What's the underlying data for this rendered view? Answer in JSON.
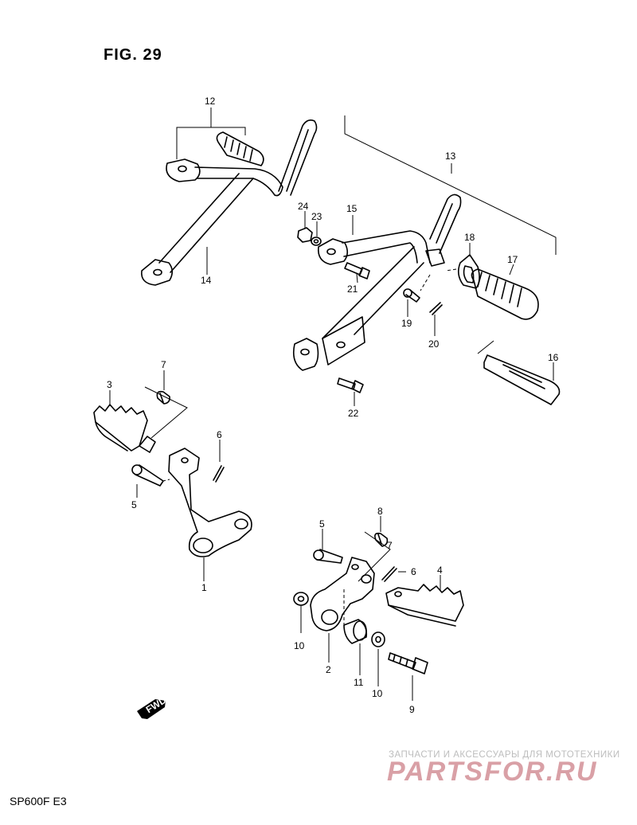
{
  "figure": {
    "title": "FIG. 29",
    "model": "SP600F  E3"
  },
  "watermark": {
    "tagline": "ЗАПЧАСТИ И АКСЕССУАРЫ ДЛЯ МОТОТЕХНИКИ",
    "logo": "PARTSFOR.RU"
  },
  "fwd_label": "FWD",
  "callouts": [
    {
      "id": "c12",
      "text": "12"
    },
    {
      "id": "c13",
      "text": "13"
    },
    {
      "id": "c14",
      "text": "14"
    },
    {
      "id": "c15",
      "text": "15"
    },
    {
      "id": "c24",
      "text": "24"
    },
    {
      "id": "c23",
      "text": "23"
    },
    {
      "id": "c18",
      "text": "18"
    },
    {
      "id": "c17",
      "text": "17"
    },
    {
      "id": "c21",
      "text": "21"
    },
    {
      "id": "c19",
      "text": "19"
    },
    {
      "id": "c20",
      "text": "20"
    },
    {
      "id": "c16",
      "text": "16"
    },
    {
      "id": "c22",
      "text": "22"
    },
    {
      "id": "c7a",
      "text": "7"
    },
    {
      "id": "c3",
      "text": "3"
    },
    {
      "id": "c6a",
      "text": "6"
    },
    {
      "id": "c5a",
      "text": "5"
    },
    {
      "id": "c1",
      "text": "1"
    },
    {
      "id": "c8",
      "text": "8"
    },
    {
      "id": "c5b",
      "text": "5"
    },
    {
      "id": "c7b",
      "text": "7"
    },
    {
      "id": "c6b",
      "text": "6"
    },
    {
      "id": "c4",
      "text": "4"
    },
    {
      "id": "c10a",
      "text": "10"
    },
    {
      "id": "c2",
      "text": "2"
    },
    {
      "id": "c11",
      "text": "11"
    },
    {
      "id": "c10b",
      "text": "10"
    },
    {
      "id": "c9",
      "text": "9"
    }
  ]
}
